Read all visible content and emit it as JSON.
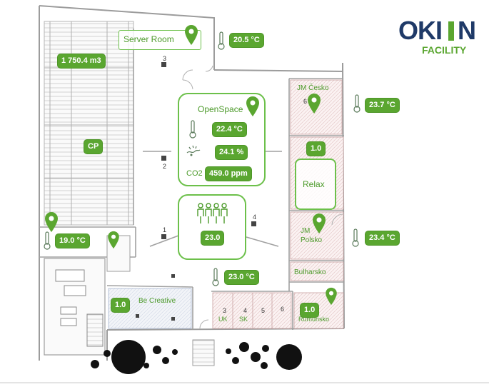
{
  "brand": {
    "name_left": "OKI",
    "name_right": "N",
    "sub": "FACILITY",
    "navy": "#1f3a68",
    "green": "#5aa630"
  },
  "colors": {
    "accent": "#5aa630",
    "wall": "#9a9a9a",
    "room_fill": "#f3dede"
  },
  "rooms": {
    "server_room": "Server Room",
    "open_space": "OpenSpace",
    "jm_cesko": "JM Česko",
    "relax": "Relax",
    "jm_polsko_1": "JM",
    "jm_polsko_2": "Polsko",
    "bulharsko": "Bulharsko",
    "rumunsko": "Rumunsko",
    "be_creative": "Be Creative",
    "cp": "CP",
    "co2_label": "CO2",
    "uk": "UK",
    "sk": "SK",
    "n3": "3",
    "n4": "4",
    "n5": "5",
    "n6": "6"
  },
  "sensors": {
    "server_room_temp": "20.5 °C",
    "volume": "1 750.4 m3",
    "jm_cesko_temp": "23.7 °C",
    "openspace_temp": "22.4 °C",
    "openspace_humidity": "24.1 %",
    "openspace_co2": "459.0 ppm",
    "occupancy": "23.0",
    "relax_value": "1.0",
    "left_temp": "19.0 °C",
    "jm_polsko_temp": "23.4 °C",
    "corridor_temp": "23.0 °C",
    "be_creative_value": "1.0",
    "rumunsko_value": "1.0"
  },
  "markers": {
    "m1": "1",
    "m2": "2",
    "m3": "3",
    "m4": "4"
  },
  "icons": [
    "location-pin-icon",
    "thermometer-icon",
    "humidity-icon",
    "people-icon"
  ]
}
